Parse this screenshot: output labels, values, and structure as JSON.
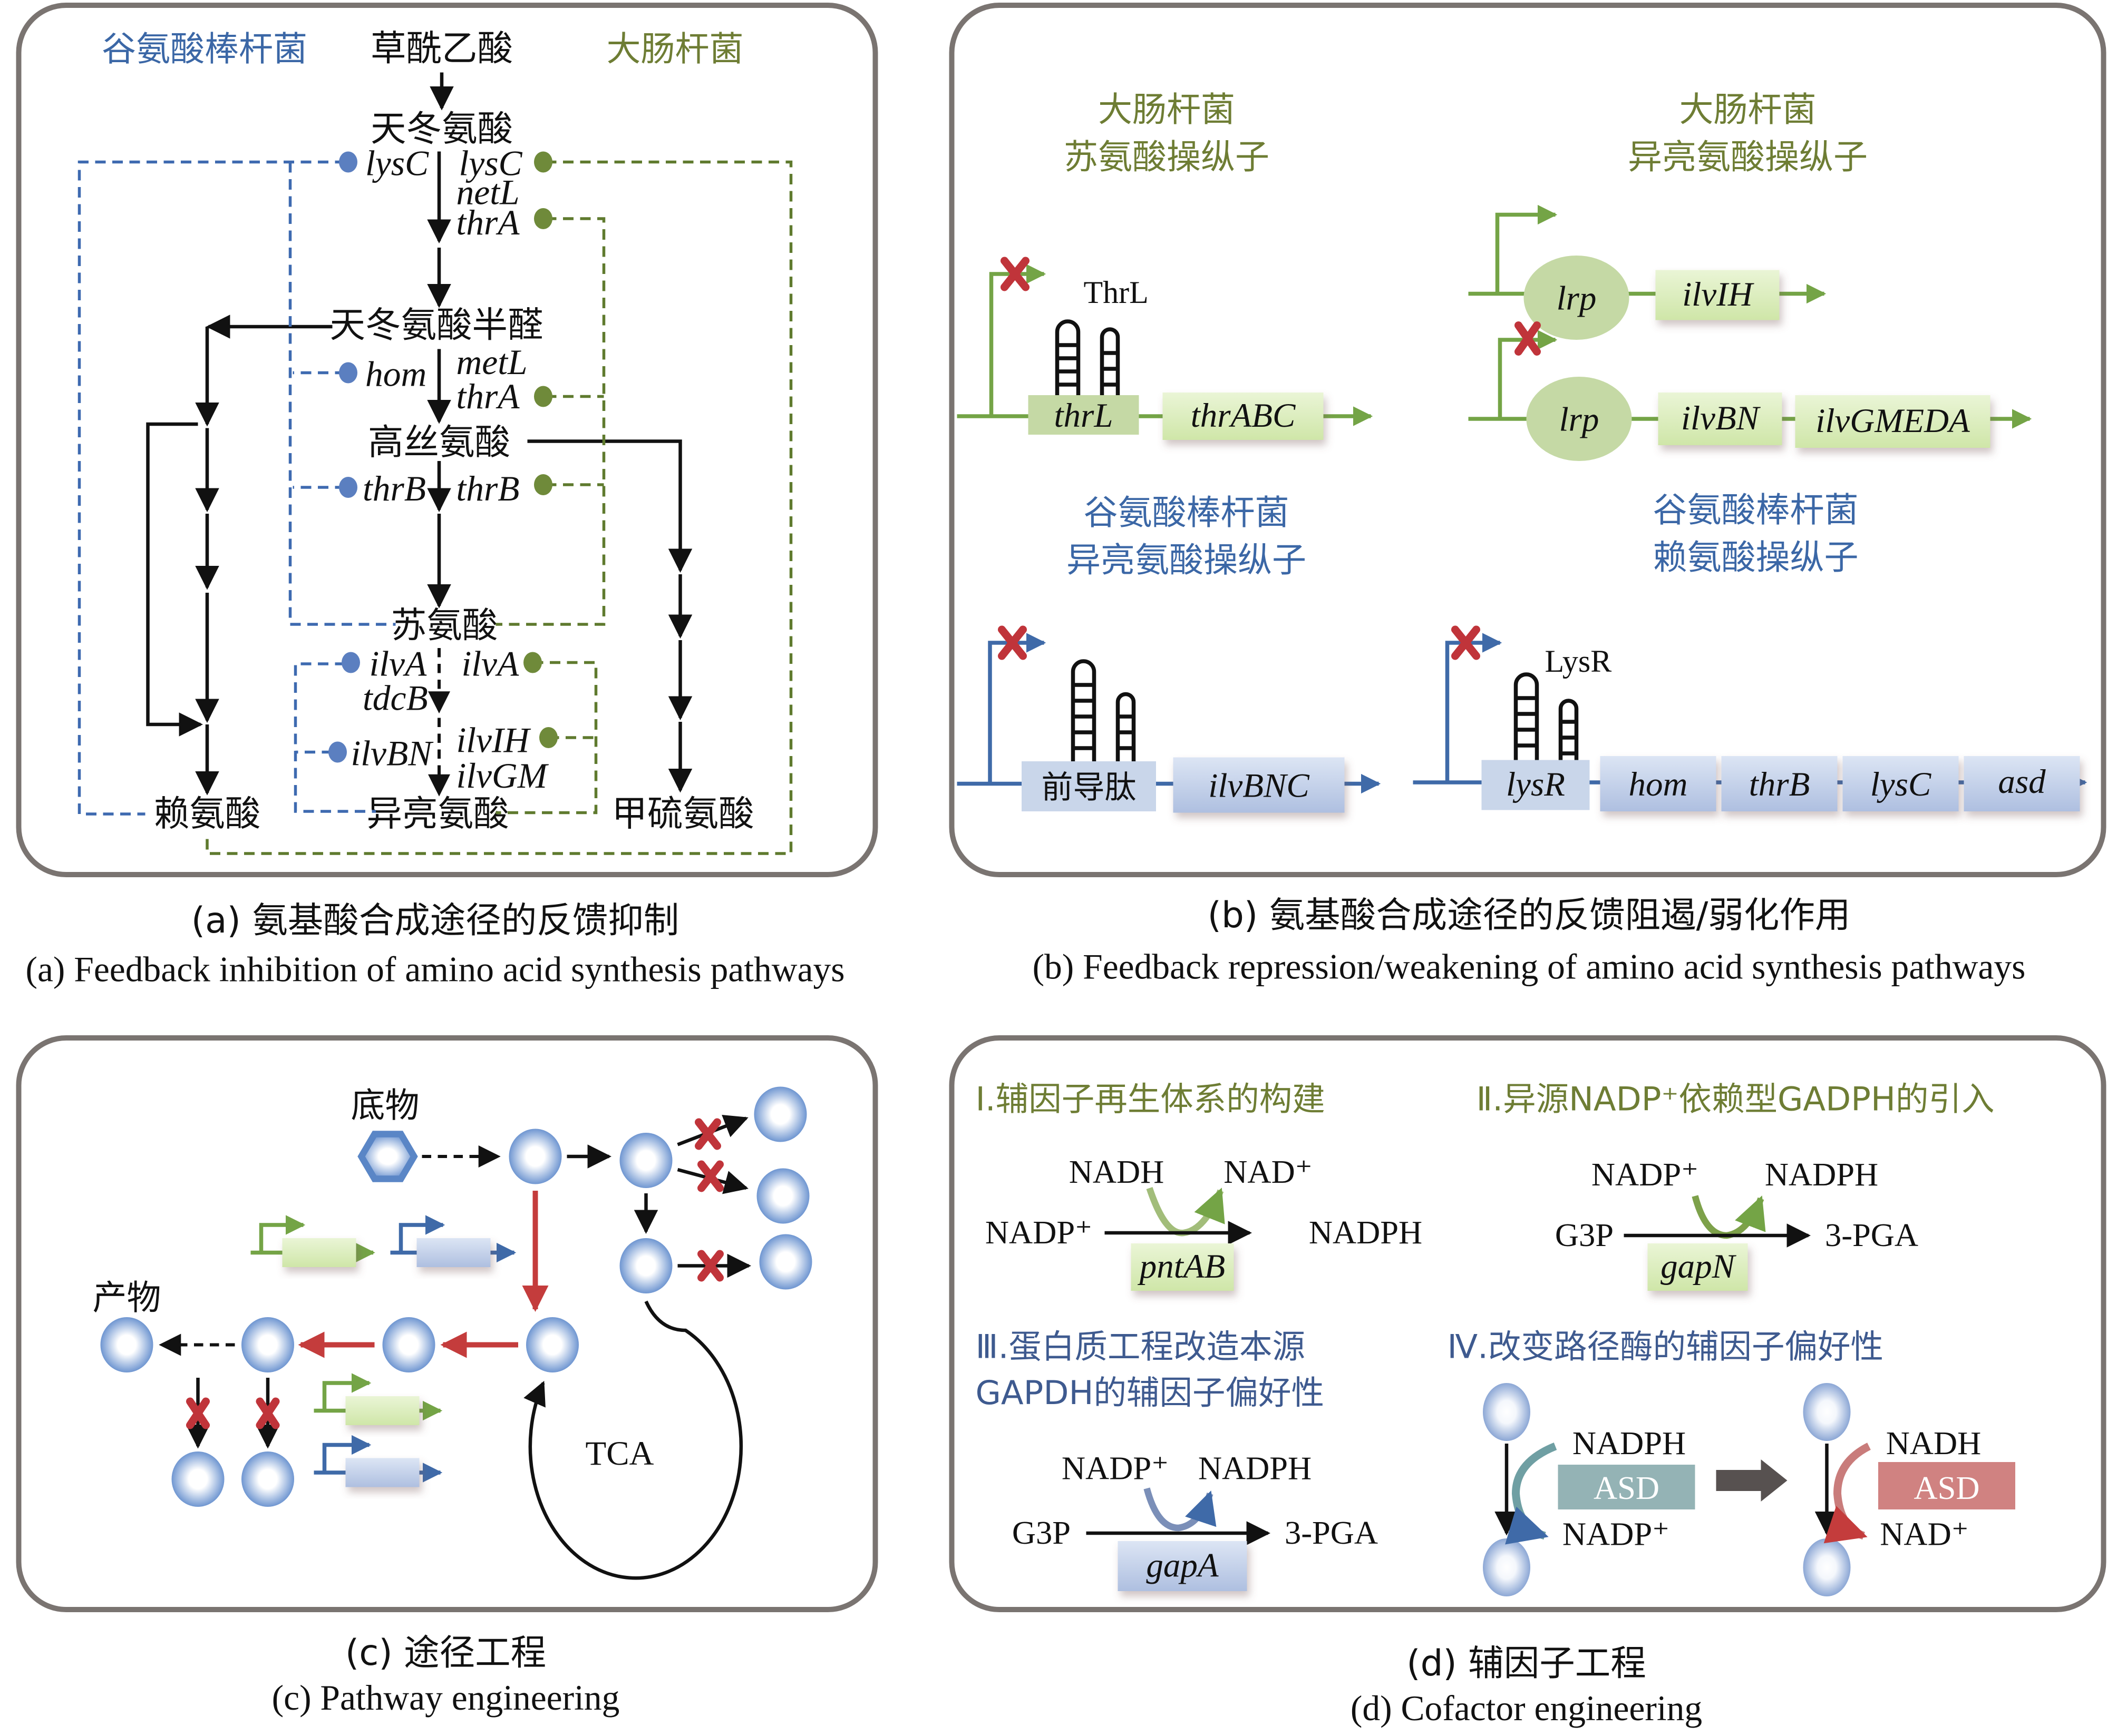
{
  "figure": {
    "panels": {
      "a": {
        "header_left": "谷氨酸棒杆菌",
        "header_right": "大肠杆菌",
        "metabolites": {
          "oaa": "草酰乙酸",
          "asp": "天冬氨酸",
          "asa": "天冬氨酸半醛",
          "hse": "高丝氨酸",
          "thr": "苏氨酸",
          "lys": "赖氨酸",
          "ile": "异亮氨酸",
          "met": "甲硫氨酸"
        },
        "genes": {
          "lysC_left": "lysC",
          "lysC_right": "lysC",
          "netL": "netL",
          "thrA_1": "thrA",
          "hom": "hom",
          "metL": "metL",
          "thrA_2": "thrA",
          "thrB_left": "thrB",
          "thrB_right": "thrB",
          "ilvA_left": "ilvA",
          "ilvA_right": "ilvA",
          "tdcB": "tdcB",
          "ilvBN": "ilvBN",
          "ilvIH": "ilvIH",
          "ilvGM": "ilvGM"
        },
        "caption_cn": "(a) 氨基酸合成途径的反馈抑制",
        "caption_en": "(a) Feedback inhibition of amino acid synthesis pathways"
      },
      "b": {
        "operons": [
          {
            "title_line1": "大肠杆菌",
            "title_line2": "苏氨酸操纵子",
            "attenuator_label": "ThrL",
            "genes": [
              "thrL",
              "thrABC"
            ]
          },
          {
            "title_line1": "大肠杆菌",
            "title_line2": "异亮氨酸操纵子",
            "row1_genes": [
              "lrp",
              "ilvIH"
            ],
            "row2_genes": [
              "lrp",
              "ilvBN",
              "ilvGMEDA"
            ]
          },
          {
            "title_line1": "谷氨酸棒杆菌",
            "title_line2": "异亮氨酸操纵子",
            "genes": [
              "前导肽",
              "ilvBNC"
            ]
          },
          {
            "title_line1": "谷氨酸棒杆菌",
            "title_line2": "赖氨酸操纵子",
            "attenuator_label": "LysR",
            "genes": [
              "lysR",
              "hom",
              "thrB",
              "lysC",
              "asd"
            ]
          }
        ],
        "caption_cn": "(b) 氨基酸合成途径的反馈阻遏/弱化作用",
        "caption_en": "(b) Feedback repression/weakening of amino acid synthesis pathways"
      },
      "c": {
        "substrate_label": "底物",
        "product_label": "产物",
        "cycle_label": "TCA",
        "caption_cn": "(c) 途径工程",
        "caption_en": "(c) Pathway engineering"
      },
      "d": {
        "sections": [
          {
            "title": "Ⅰ.辅因子再生体系的构建",
            "top_left": "NADH",
            "top_right": "NAD⁺",
            "substrate": "NADP⁺",
            "product": "NADPH",
            "enzyme": "pntAB"
          },
          {
            "title": "Ⅱ.异源NADP⁺依赖型GADPH的引入",
            "top_left": "NADP⁺",
            "top_right": "NADPH",
            "substrate": "G3P",
            "product": "3-PGA",
            "enzyme": "gapN"
          },
          {
            "title_line1": "Ⅲ.蛋白质工程改造本源",
            "title_line2": "GAPDH的辅因子偏好性",
            "top_left": "NADP⁺",
            "top_right": "NADPH",
            "substrate": "G3P",
            "product": "3-PGA",
            "enzyme": "gapA"
          },
          {
            "title": "Ⅳ.改变路径酶的辅因子偏好性",
            "before_in": "NADPH",
            "before_out": "NADP⁺",
            "before_enzyme": "ASD",
            "after_in": "NADH",
            "after_out": "NAD⁺",
            "after_enzyme": "ASD"
          }
        ],
        "caption_cn": "(d) 辅因子工程",
        "caption_en": "(d) Cofactor engineering"
      }
    },
    "colors": {
      "corynebacterium_blue": "#3b67a6",
      "ecoli_green": "#6e7d34",
      "frame_gray": "#7a7471",
      "block_red": "#c0343a",
      "asd_teal": "#94b3b5",
      "asd_red": "#d08281"
    }
  }
}
